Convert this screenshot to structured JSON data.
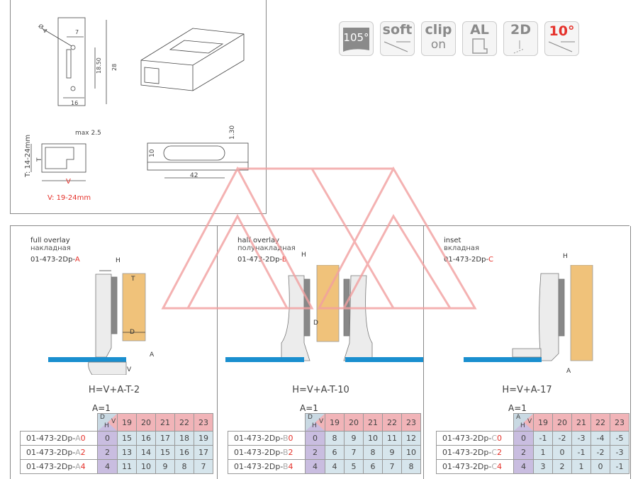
{
  "icons": {
    "angle": "105°",
    "soft": "soft",
    "clip": "clip",
    "on": "on",
    "al": "AL",
    "d2": "2D",
    "ten": "10°"
  },
  "drawing": {
    "dia": "Ø 4",
    "seven": "7",
    "h1850": "18.50",
    "h28": "28",
    "w16": "16",
    "max": "max 2.5",
    "t_range": "T: 14-24mm",
    "t": "T",
    "v": "V",
    "v_range": "V: 19-24mm",
    "d130": "1.30",
    "d10": "10",
    "d42": "42"
  },
  "panels": [
    {
      "title_en": "full overlay",
      "title_ru": "накладная",
      "code": "01-473-2Dp-",
      "letter": "A",
      "formula": "H=V+A-T-2",
      "labels": {
        "h": "H",
        "t": "T",
        "d": "D",
        "a": "A",
        "v": "V"
      },
      "table": {
        "a_label": "A=1",
        "corner": [
          "D",
          "H",
          "V"
        ],
        "cols": [
          "19",
          "20",
          "21",
          "22",
          "23"
        ],
        "rows": [
          {
            "suffix": "0",
            "h": "0",
            "values": [
              "15",
              "16",
              "17",
              "18",
              "19"
            ]
          },
          {
            "suffix": "2",
            "h": "2",
            "values": [
              "13",
              "14",
              "15",
              "16",
              "17"
            ]
          },
          {
            "suffix": "4",
            "h": "4",
            "values": [
              "11",
              "10",
              "9",
              "8",
              "7"
            ]
          }
        ]
      }
    },
    {
      "title_en": "half overlay",
      "title_ru": "полунакладная",
      "code": "01-473-2Dp-",
      "letter": "B",
      "formula": "H=V+A-T-10",
      "labels": {
        "h": "H",
        "d": "D"
      },
      "table": {
        "a_label": "A=1",
        "corner": [
          "D",
          "H",
          "V"
        ],
        "cols": [
          "19",
          "20",
          "21",
          "22",
          "23"
        ],
        "rows": [
          {
            "suffix": "0",
            "h": "0",
            "values": [
              "8",
              "9",
              "10",
              "11",
              "12"
            ]
          },
          {
            "suffix": "2",
            "h": "2",
            "values": [
              "6",
              "7",
              "8",
              "9",
              "10"
            ]
          },
          {
            "suffix": "4",
            "h": "4",
            "values": [
              "4",
              "5",
              "6",
              "7",
              "8"
            ]
          }
        ]
      }
    },
    {
      "title_en": "inset",
      "title_ru": "вкладная",
      "code": "01-473-2Dp-",
      "letter": "C",
      "formula": "H=V+A-17",
      "labels": {
        "h": "H",
        "a": "A"
      },
      "table": {
        "a_label": "A=1",
        "corner": [
          "A",
          "H",
          "V"
        ],
        "cols": [
          "19",
          "20",
          "21",
          "22",
          "23"
        ],
        "rows": [
          {
            "suffix": "0",
            "h": "0",
            "values": [
              "-1",
              "-2",
              "-3",
              "-4",
              "-5"
            ]
          },
          {
            "suffix": "2",
            "h": "2",
            "values": [
              "1",
              "0",
              "-1",
              "-2",
              "-3"
            ]
          },
          {
            "suffix": "4",
            "h": "4",
            "values": [
              "3",
              "2",
              "1",
              "0",
              "-1"
            ]
          }
        ]
      }
    }
  ],
  "colors": {
    "accent": "#e5312a",
    "door": "#f0c27a",
    "glass": "#1a8fcf",
    "header": "#f1b4b8",
    "cell": "#d6e5ec",
    "hcol": "#c9bde0"
  }
}
